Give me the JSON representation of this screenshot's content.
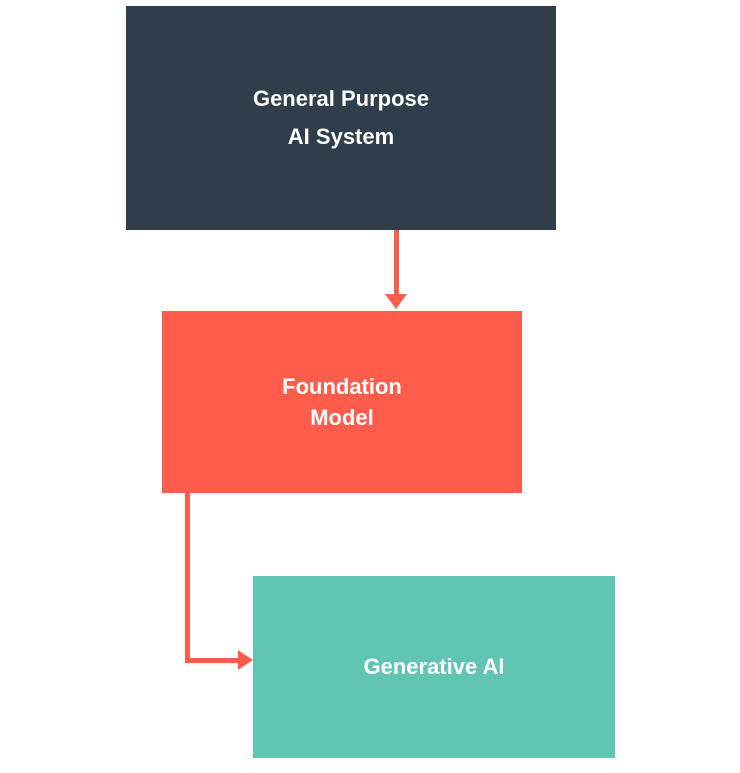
{
  "diagram": {
    "background_color": "#FFFFFF",
    "nodes": [
      {
        "id": "general-purpose-ai-system",
        "label_lines": [
          "General Purpose",
          "AI System"
        ],
        "color": "#303D4B",
        "text_color": "#FFFFFF"
      },
      {
        "id": "foundation-model",
        "label_lines": [
          "Foundation",
          "Model"
        ],
        "color": "#FF5C4B",
        "text_color": "#FFFFFF"
      },
      {
        "id": "generative-ai",
        "label_lines": [
          "Generative AI"
        ],
        "color": "#61C5B4",
        "text_color": "#FFFFFF"
      }
    ],
    "edges": [
      {
        "from": "general-purpose-ai-system",
        "to": "foundation-model",
        "color": "#FF5C4B",
        "style": "straight-down"
      },
      {
        "from": "foundation-model",
        "to": "generative-ai",
        "color": "#FF5C4B",
        "style": "elbow-down-right"
      }
    ]
  }
}
